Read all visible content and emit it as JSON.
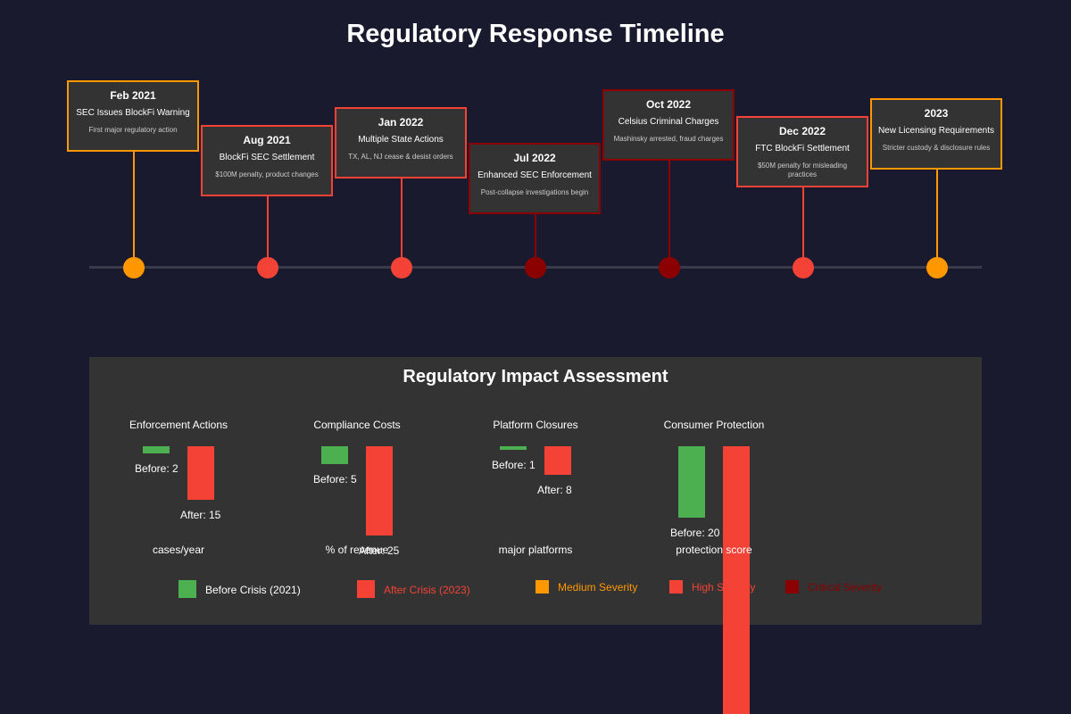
{
  "title": "Regulatory Response Timeline",
  "timeline": [
    {
      "date": "Feb 2021",
      "title": "SEC Issues BlockFi Warning",
      "desc": "First major regulatory action",
      "severity": "medium"
    },
    {
      "date": "Aug 2021",
      "title": "BlockFi SEC Settlement",
      "desc": "$100M penalty, product changes",
      "severity": "high"
    },
    {
      "date": "Jan 2022",
      "title": "Multiple State Actions",
      "desc": "TX, AL, NJ cease & desist orders",
      "severity": "high"
    },
    {
      "date": "Jul 2022",
      "title": "Enhanced SEC Enforcement",
      "desc": "Post-collapse investigations begin",
      "severity": "critical"
    },
    {
      "date": "Oct 2022",
      "title": "Celsius Criminal Charges",
      "desc": "Mashinsky arrested, fraud charges",
      "severity": "critical"
    },
    {
      "date": "Dec 2022",
      "title": "FTC BlockFi Settlement",
      "desc": "$50M penalty for misleading practices",
      "severity": "high"
    },
    {
      "date": "2023",
      "title": "New Licensing Requirements",
      "desc": "Stricter custody & disclosure rules",
      "severity": "medium"
    }
  ],
  "impact": {
    "title": "Regulatory Impact Assessment",
    "metrics": [
      {
        "name": "Enforcement Actions",
        "before": 2,
        "after": 15,
        "before_label": "Before: 2",
        "after_label": "After: 15",
        "unit": "cases/year"
      },
      {
        "name": "Compliance Costs",
        "before": 5,
        "after": 25,
        "before_label": "Before: 5",
        "after_label": "After: 25",
        "unit": "% of revenue"
      },
      {
        "name": "Platform Closures",
        "before": 1,
        "after": 8,
        "before_label": "Before: 1",
        "after_label": "After: 8",
        "unit": "major platforms"
      },
      {
        "name": "Consumer Protection",
        "before": 20,
        "after": 75,
        "before_label": "Before: 20",
        "after_label": "",
        "unit": "protection score"
      }
    ],
    "legend": [
      {
        "label": "Before Crisis (2021)",
        "color": "#4caf50",
        "text_color": "#ffffff"
      },
      {
        "label": "After Crisis (2023)",
        "color": "#f44336",
        "text_color": "#f44336"
      },
      {
        "label": "Medium Severity",
        "color": "#ff9800",
        "text_color": "#ff9800"
      },
      {
        "label": "High Severity",
        "color": "#f44336",
        "text_color": "#f44336"
      },
      {
        "label": "Critical Severity",
        "color": "#8b0000",
        "text_color": "#8b0000"
      }
    ]
  },
  "colors": {
    "medium": "#ff9800",
    "high": "#f44336",
    "critical": "#8b0000",
    "before": "#4caf50",
    "after": "#f44336"
  }
}
